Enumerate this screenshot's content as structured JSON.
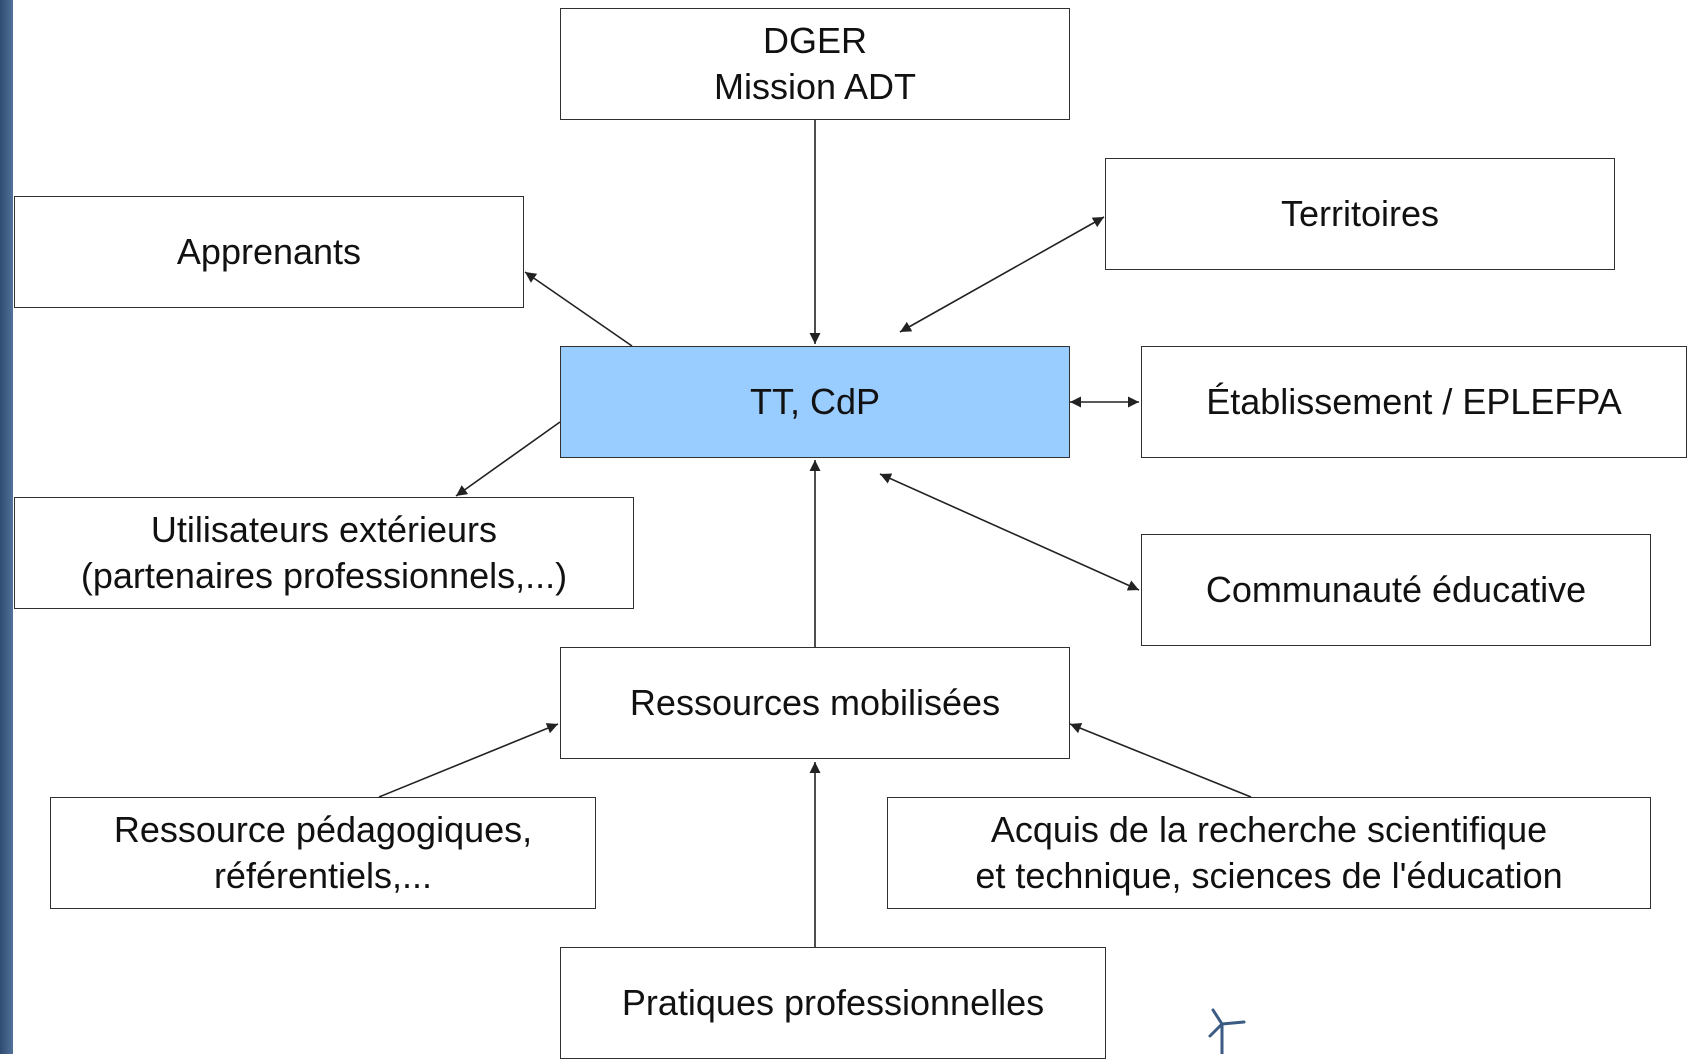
{
  "nodes": {
    "dger": "DGER\nMission ADT",
    "apprenants": "Apprenants",
    "territoires": "Territoires",
    "central": "TT, CdP",
    "etablissement": "Établissement / EPLEFPA",
    "utilisateurs": "Utilisateurs extérieurs\n(partenaires professionnels,...)",
    "communaute": "Communauté éducative",
    "ressources_mobilisees": "Ressources mobilisées",
    "ressource_pedagogiques": "Ressource pédagogiques,\nréférentiels,...",
    "acquis": "Acquis de la recherche scientifique\net technique, sciences de l'éducation",
    "pratiques": "Pratiques professionnelles"
  },
  "colors": {
    "central_fill": "#99ccff",
    "box_border": "#303030",
    "arrow": "#222222",
    "left_bar": "#3b5a84"
  },
  "edges": [
    {
      "from": "dger",
      "to": "central",
      "direction": "forward"
    },
    {
      "from": "central",
      "to": "apprenants",
      "direction": "forward"
    },
    {
      "from": "central",
      "to": "territoires",
      "direction": "both"
    },
    {
      "from": "central",
      "to": "etablissement",
      "direction": "both"
    },
    {
      "from": "central",
      "to": "utilisateurs",
      "direction": "forward"
    },
    {
      "from": "central",
      "to": "communaute",
      "direction": "both"
    },
    {
      "from": "ressources_mobilisees",
      "to": "central",
      "direction": "forward"
    },
    {
      "from": "ressource_pedagogiques",
      "to": "ressources_mobilisees",
      "direction": "forward"
    },
    {
      "from": "acquis",
      "to": "ressources_mobilisees",
      "direction": "forward"
    },
    {
      "from": "pratiques",
      "to": "ressources_mobilisees",
      "direction": "forward"
    }
  ],
  "icons": {
    "logo": "wind-turbine-icon"
  }
}
